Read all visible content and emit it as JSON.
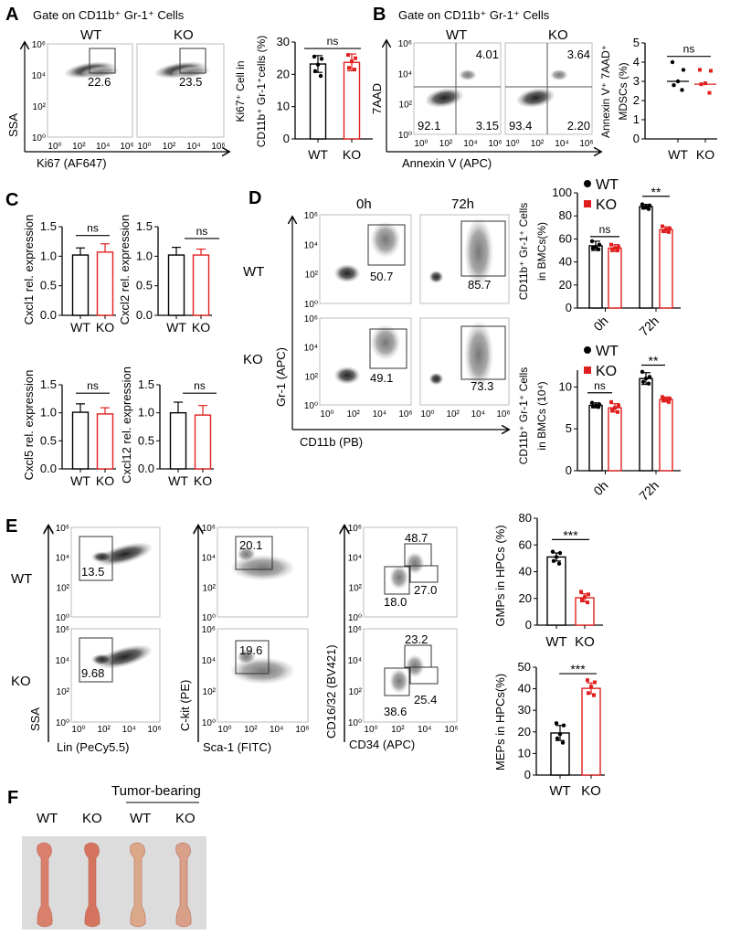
{
  "colors": {
    "wt": "#000000",
    "ko": "#e0201f",
    "gate": "#333333",
    "frame": "#bdbdbd"
  },
  "flow_ticks": [
    "10⁶",
    "10⁴",
    "10²",
    "10⁰"
  ],
  "flow_xticks": [
    "10⁰",
    "10²",
    "10⁴",
    "10⁶"
  ],
  "panelA": {
    "label": "A",
    "title": "Gate on CD11b⁺ Gr-1⁺ Cells",
    "wt": "WT",
    "ko": "KO",
    "ylabel": "SSA",
    "xlabel": "Ki67 (AF647)",
    "gates": [
      "22.6",
      "23.5"
    ]
  },
  "panelB": {
    "label": "B",
    "title": "Gate on CD11b⁺ Gr-1⁺ Cells",
    "wt": "WT",
    "ko": "KO",
    "ylabel": "7AAD",
    "xlabel": "Annexin V (APC)",
    "quadrants": [
      {
        "ur": "4.01",
        "ll": "92.1",
        "lr": "3.15"
      },
      {
        "ur": "3.64",
        "ll": "93.4",
        "lr": "2.20"
      }
    ]
  },
  "panelC": {
    "label": "C"
  },
  "panelD": {
    "label": "D",
    "col0": "0h",
    "col1": "72h",
    "wt": "WT",
    "ko": "KO",
    "ylabel": "Gr-1 (APC)",
    "xlabel": "CD11b (PB)",
    "gates": [
      "50.7",
      "85.7",
      "49.1",
      "73.3"
    ]
  },
  "panelE": {
    "label": "E",
    "wt": "WT",
    "ko": "KO",
    "ylabels": [
      "SSA",
      "C-kit (PE)",
      "CD16/32 (BV421)"
    ],
    "xlabels": [
      "Lin (PeCy5.5)",
      "Sca-1 (FITC)",
      "CD34 (APC)"
    ],
    "lin_gates": [
      "13.5",
      "9.68"
    ],
    "ckit_gates": [
      "20.1",
      "19.6"
    ],
    "cd34_gates": [
      {
        "gmp": "48.7",
        "cmp": "27.0",
        "mep": "18.0"
      },
      {
        "gmp": "23.2",
        "cmp": "25.4",
        "mep": "38.6"
      }
    ]
  },
  "panelF": {
    "label": "F",
    "group": "Tumor-bearing",
    "lanes": [
      "WT",
      "KO",
      "WT",
      "KO"
    ]
  },
  "chart_data": [
    {
      "id": "A-ki67",
      "type": "bar",
      "categories": [
        "WT",
        "KO"
      ],
      "values": [
        23.2,
        23.7
      ],
      "errors": [
        2.6,
        2.6
      ],
      "points": [
        [
          25.5,
          24.8,
          23,
          21,
          19.5
        ],
        [
          26,
          25,
          24,
          22,
          21.5
        ]
      ],
      "ylabel": [
        "Ki67⁺ Cell in",
        "CD11b⁺ Gr-1⁺cells (%)"
      ],
      "ylim": [
        0,
        30
      ],
      "yticks": [
        0,
        10,
        20,
        30
      ],
      "significance": [
        "ns"
      ]
    },
    {
      "id": "B-annexin",
      "type": "scatter",
      "categories": [
        "WT",
        "KO"
      ],
      "medians": [
        3.0,
        2.85
      ],
      "points": [
        [
          4.0,
          3.6,
          3.0,
          2.8,
          2.55
        ],
        [
          3.6,
          3.55,
          2.9,
          2.85,
          2.4
        ]
      ],
      "ylabel": [
        "Annexin V⁺ 7AAD⁺",
        "MDSCs (%)"
      ],
      "ylim": [
        0,
        5
      ],
      "yticks": [
        0,
        1,
        2,
        3,
        4,
        5
      ],
      "significance": [
        "ns"
      ]
    },
    {
      "id": "C-cxcl1",
      "type": "bar",
      "categories": [
        "WT",
        "KO"
      ],
      "values": [
        1.02,
        1.07
      ],
      "errors": [
        0.12,
        0.14
      ],
      "ylabel": [
        "Cxcl1 rel. expression"
      ],
      "ylim": [
        0,
        1.5
      ],
      "yticks": [
        "0.0",
        "0.5",
        "1.0",
        "1.5"
      ],
      "significance": [
        "ns"
      ]
    },
    {
      "id": "C-cxcl2",
      "type": "bar",
      "categories": [
        "WT",
        "KO"
      ],
      "values": [
        1.02,
        1.02
      ],
      "errors": [
        0.13,
        0.1
      ],
      "ylabel": [
        "Cxcl2 rel. expression"
      ],
      "ylim": [
        0,
        1.5
      ],
      "yticks": [
        "0.0",
        "0.5",
        "1.0",
        "1.5"
      ],
      "significance": [
        "ns"
      ]
    },
    {
      "id": "C-cxcl5",
      "type": "bar",
      "categories": [
        "WT",
        "KO"
      ],
      "values": [
        1.01,
        0.98
      ],
      "errors": [
        0.15,
        0.11
      ],
      "ylabel": [
        "Cxcl5 rel. expression"
      ],
      "ylim": [
        0,
        1.5
      ],
      "yticks": [
        "0.0",
        "0.5",
        "1.0",
        "1.5"
      ],
      "significance": [
        "ns"
      ]
    },
    {
      "id": "C-cxcl12",
      "type": "bar",
      "categories": [
        "WT",
        "KO"
      ],
      "values": [
        1.0,
        0.96
      ],
      "errors": [
        0.19,
        0.17
      ],
      "ylabel": [
        "Cxcl12 rel. expression"
      ],
      "ylim": [
        0,
        1.5
      ],
      "yticks": [
        "0.0",
        "0.5",
        "1.0",
        "1.5"
      ],
      "significance": [
        "ns"
      ]
    },
    {
      "id": "D-percent",
      "type": "bar",
      "categories": [
        "0h",
        "72h"
      ],
      "series": [
        {
          "name": "WT",
          "values": [
            54,
            88
          ],
          "errors": [
            4,
            2
          ],
          "points": [
            [
              58,
              55,
              53,
              52,
              51
            ],
            [
              90,
              89,
              88,
              87,
              86
            ]
          ]
        },
        {
          "name": "KO",
          "values": [
            52,
            68
          ],
          "errors": [
            3,
            2.5
          ],
          "points": [
            [
              55,
              53,
              52,
              51,
              50
            ],
            [
              71,
              69,
              68,
              67,
              66
            ]
          ]
        }
      ],
      "ylabel": [
        "CD11b⁺ Gr-1⁺ Cells",
        "in BMCs(%)"
      ],
      "ylim": [
        0,
        100
      ],
      "yticks": [
        0,
        20,
        40,
        60,
        80,
        100
      ],
      "significance": [
        "ns",
        "**"
      ],
      "legend": "top"
    },
    {
      "id": "D-count",
      "type": "bar",
      "categories": [
        "0h",
        "72h"
      ],
      "series": [
        {
          "name": "WT",
          "values": [
            7.8,
            11.0
          ],
          "errors": [
            0.3,
            0.7
          ],
          "points": [
            [
              8.1,
              7.9,
              7.8,
              7.7,
              7.6
            ],
            [
              11.8,
              11.2,
              11.0,
              10.6,
              10.4
            ]
          ]
        },
        {
          "name": "KO",
          "values": [
            7.5,
            8.5
          ],
          "errors": [
            0.5,
            0.3
          ],
          "points": [
            [
              8.2,
              7.8,
              7.5,
              7.2,
              7.0
            ],
            [
              8.8,
              8.6,
              8.5,
              8.4,
              8.2
            ]
          ]
        }
      ],
      "ylabel": [
        "CD11b⁺ Gr-1⁺ Cells",
        "in BMCs (10⁴)"
      ],
      "ylim": [
        0,
        12
      ],
      "yticks": [
        0,
        5,
        10
      ],
      "significance": [
        "ns",
        "**"
      ],
      "legend": "top"
    },
    {
      "id": "E-gmp",
      "type": "bar",
      "categories": [
        "WT",
        "KO"
      ],
      "values": [
        51,
        20.5
      ],
      "errors": [
        3,
        3
      ],
      "points": [
        [
          55,
          54,
          51,
          48,
          46
        ],
        [
          25,
          23,
          21,
          19,
          17
        ]
      ],
      "ylabel": [
        "GMPs in HPCs (%)"
      ],
      "ylim": [
        0,
        80
      ],
      "yticks": [
        0,
        20,
        40,
        60,
        80
      ],
      "significance": [
        "***"
      ]
    },
    {
      "id": "E-mep",
      "type": "bar",
      "categories": [
        "WT",
        "KO"
      ],
      "values": [
        19.5,
        40.2
      ],
      "errors": [
        3.5,
        2.5
      ],
      "points": [
        [
          24,
          23,
          19,
          17,
          15
        ],
        [
          44,
          43,
          41,
          38,
          37
        ]
      ],
      "ylabel": [
        "MEPs in HPCs(%)"
      ],
      "ylim": [
        0,
        50
      ],
      "yticks": [
        0,
        10,
        20,
        30,
        40,
        50
      ],
      "significance": [
        "***"
      ]
    }
  ]
}
